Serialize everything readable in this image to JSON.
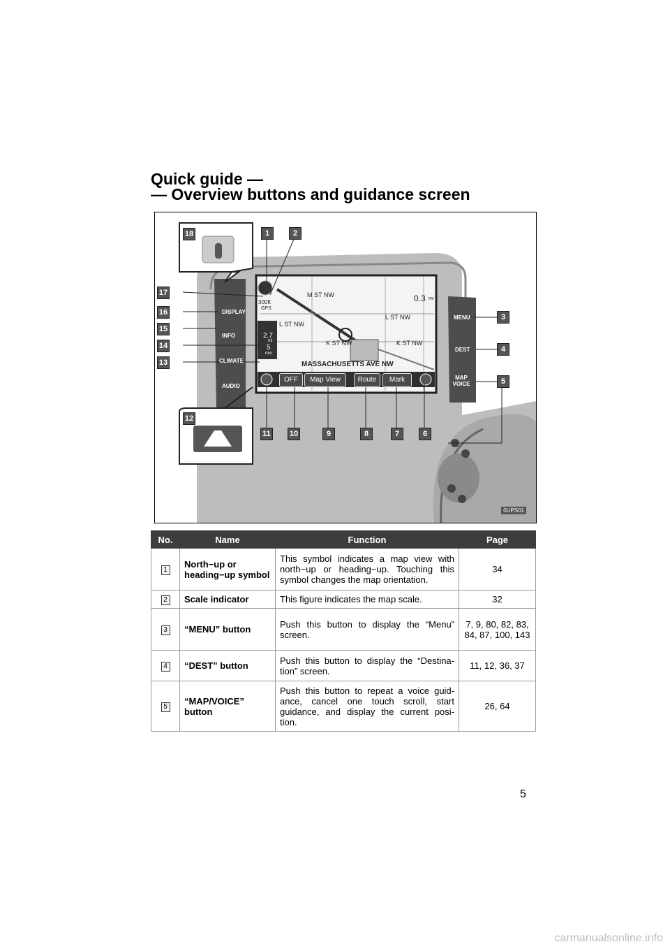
{
  "header": {
    "line1": "Quick guide —",
    "line2": "— Overview buttons and guidance screen"
  },
  "figure": {
    "code": "0UPS01",
    "callouts": [
      "18",
      "1",
      "2",
      "17",
      "16",
      "15",
      "14",
      "13",
      "3",
      "4",
      "5",
      "12",
      "11",
      "10",
      "9",
      "8",
      "7",
      "6"
    ],
    "screen": {
      "streets": [
        "M ST NW",
        "L ST NW",
        "K ST NW",
        "K ST NW",
        "L ST NW",
        "MASSACHUSETTS AVE NW"
      ],
      "scale": "300ft",
      "gps": "GPS",
      "distance": "0.3",
      "distance_unit": "mi",
      "trip_value1": "2.7",
      "trip_unit1": "mi",
      "trip_value2": "5",
      "trip_unit2": "min",
      "buttons": [
        "OFF",
        "Map View",
        "Route",
        "Mark"
      ]
    },
    "left_buttons": [
      "DISPLAY",
      "INFO",
      "CLIMATE",
      "AUDIO"
    ],
    "right_buttons": [
      "MENU",
      "DEST",
      "MAP VOICE"
    ]
  },
  "table": {
    "headers": [
      "No.",
      "Name",
      "Function",
      "Page"
    ],
    "rows": [
      {
        "no": "1",
        "name": "North−up or heading−up symbol",
        "function": "This symbol indicates a map view with north−up or heading−up.  Touching this symbol changes the map orientation.",
        "page": "34"
      },
      {
        "no": "2",
        "name": "Scale indicator",
        "function": "This figure indicates the map scale.",
        "page": "32"
      },
      {
        "no": "3",
        "name": "“MENU” button",
        "function": "Push this button to display the “Menu” screen.",
        "page": "7, 9, 80, 82, 83, 84, 87, 100, 143"
      },
      {
        "no": "4",
        "name": "“DEST” button",
        "function": "Push this button to display the “Destina- tion” screen.",
        "page": "11, 12, 36, 37"
      },
      {
        "no": "5",
        "name": "“MAP/VOICE” button",
        "function": "Push this button to repeat a voice guid- ance, cancel one touch scroll, start guidance, and display the current posi- tion.",
        "page": "26, 64"
      }
    ]
  },
  "page_number": "5",
  "watermark": "carmanualsonline.info"
}
